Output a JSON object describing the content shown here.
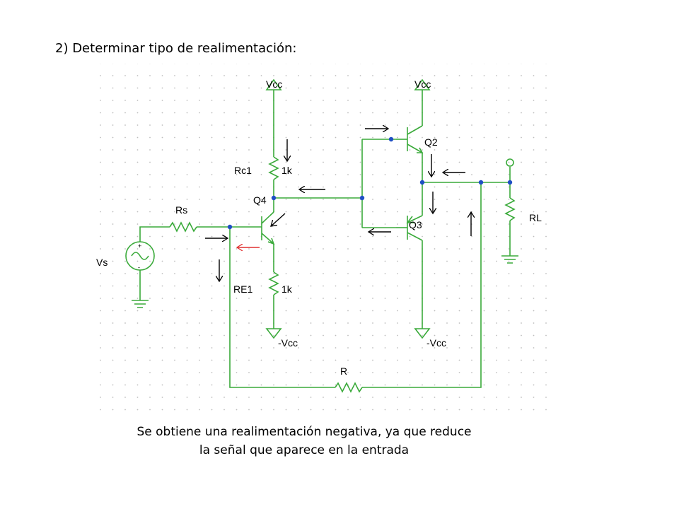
{
  "slide": {
    "title": "2) Determinar tipo de realimentación:",
    "conclusion_line1": "Se obtiene una realimentación negativa, ya que reduce",
    "conclusion_line2": "la señal que aparece en la entrada"
  },
  "circuit": {
    "labels": {
      "vcc_left": "Vcc",
      "vcc_right": "Vcc",
      "rc1": "Rc1",
      "rc1_value": "1k",
      "q4": "Q4",
      "q2": "Q2",
      "q3": "Q3",
      "rs": "Rs",
      "vs": "Vs",
      "re1": "RE1",
      "re1_value": "1k",
      "neg_vcc_left": "-Vcc",
      "neg_vcc_right": "-Vcc",
      "rl": "RL",
      "r": "R"
    },
    "colors": {
      "wire": "#3aaa3a",
      "node": "#1f4fc4",
      "arrow": "#000000",
      "highlight_arrow": "#e03030",
      "grid_dot": "#bdbdbd"
    }
  }
}
